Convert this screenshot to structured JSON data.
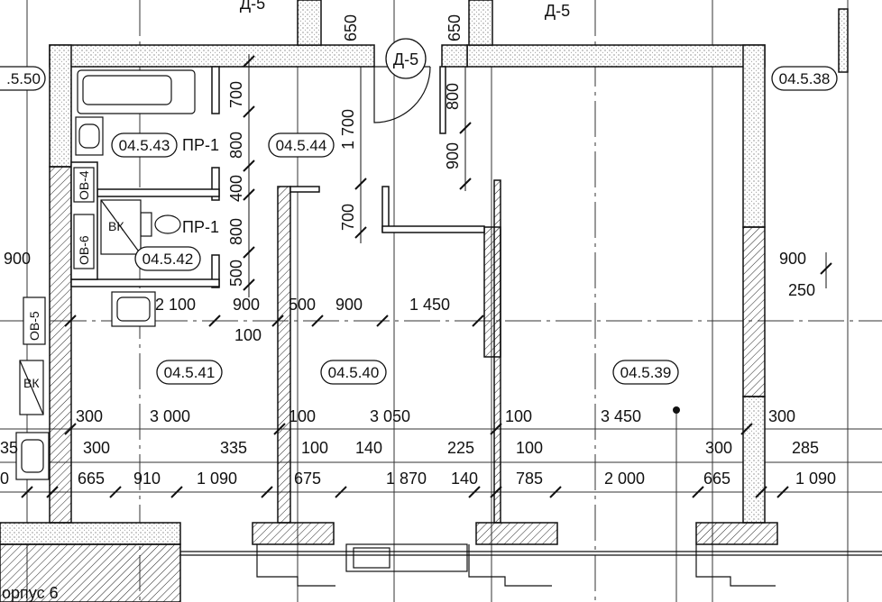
{
  "drawing": {
    "rooms": [
      "04.5.43",
      "04.5.44",
      "04.5.42",
      "04.5.41",
      "04.5.40",
      "04.5.39",
      "04.5.38",
      ".5.50"
    ],
    "room_codes": {
      "pr1_top": "ПР-1",
      "pr1_bottom": "ПР-1",
      "vk_left": "ВК",
      "vk_small": "ВК",
      "ov4": "ОВ-4",
      "ov5": "ОВ-5",
      "ov6": "ОВ-6"
    },
    "door_tags": {
      "d5_center": "Д-5",
      "d5_top_right": "Д-5",
      "d_top_left": "Д-5"
    },
    "corpus_label": "орпус 6",
    "dims": {
      "top_650_left": "650",
      "top_650_right": "650",
      "v_700_top": "700",
      "v_800_a": "800",
      "v_400": "400",
      "v_800_b": "800",
      "v_500": "500",
      "v_1700": "1 700",
      "v_700_mid": "700",
      "v_800_right": "800",
      "v_900_right": "900",
      "left_900": "900",
      "right_900": "900",
      "right_250": "250",
      "row1": [
        "2 100",
        "900",
        "500",
        "900",
        "1 450"
      ],
      "row1_100": "100",
      "row2": [
        "300",
        "3 000",
        "100",
        "3 050",
        "100",
        "3 450",
        "300"
      ],
      "row3": [
        "300",
        "335",
        "100",
        "140",
        "225",
        "100",
        "300",
        "285"
      ],
      "row4": [
        "665",
        "910",
        "1 090",
        "675",
        "1 870",
        "140",
        "785",
        "2 000",
        "665",
        "1 090"
      ],
      "left_edge_35": "35",
      "left_edge_0": "0"
    }
  }
}
